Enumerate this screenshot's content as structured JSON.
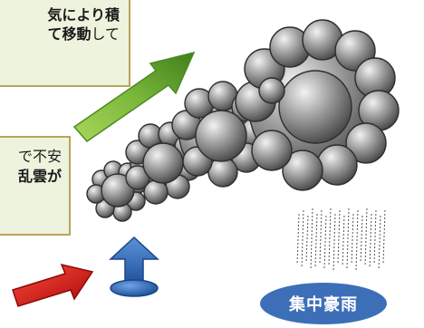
{
  "callouts": {
    "top": {
      "line1_bold": "気により積",
      "line2_bold": "て移動",
      "line2_rest": "して"
    },
    "middle": {
      "line1_rest": "で不安",
      "line2_bold": "乱雲が"
    }
  },
  "badge": {
    "label": "集中豪雨"
  },
  "colors": {
    "callout_fill": "#eef3de",
    "callout_border": "#b9a45a",
    "green_arrow": "#6fae2e",
    "blue_arrow": "#3d78c5",
    "red_arrow": "#d81c1c",
    "badge": "#3d6fb8",
    "cloud": "#8e8e8e"
  },
  "icons": [
    "green-arrow-icon",
    "blue-up-arrow-icon",
    "red-arrow-icon",
    "cloud-icon",
    "rain-icon"
  ]
}
